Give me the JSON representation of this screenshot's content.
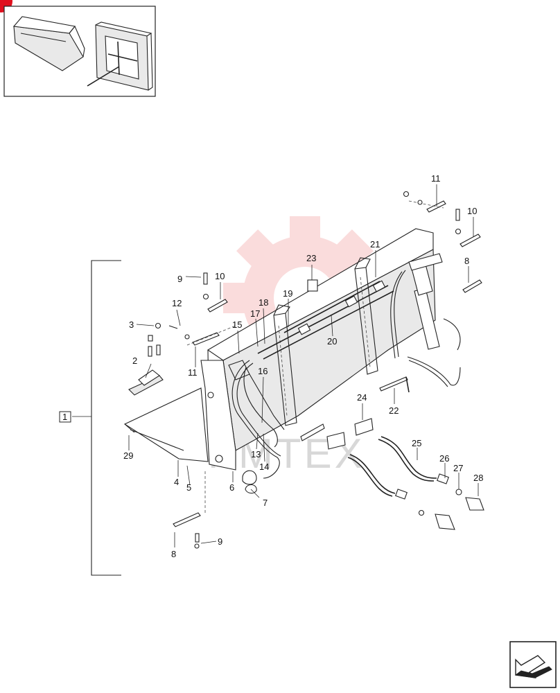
{
  "callouts": [
    {
      "id": "c1",
      "label": "1"
    },
    {
      "id": "c2",
      "label": "2"
    },
    {
      "id": "c3",
      "label": "3"
    },
    {
      "id": "c4",
      "label": "4"
    },
    {
      "id": "c5",
      "label": "5"
    },
    {
      "id": "c6",
      "label": "6"
    },
    {
      "id": "c7",
      "label": "7"
    },
    {
      "id": "c8a",
      "label": "8"
    },
    {
      "id": "c8b",
      "label": "8"
    },
    {
      "id": "c9a",
      "label": "9"
    },
    {
      "id": "c9b",
      "label": "9"
    },
    {
      "id": "c10a",
      "label": "10"
    },
    {
      "id": "c10b",
      "label": "10"
    },
    {
      "id": "c11a",
      "label": "11"
    },
    {
      "id": "c11b",
      "label": "11"
    },
    {
      "id": "c12",
      "label": "12"
    },
    {
      "id": "c13",
      "label": "13"
    },
    {
      "id": "c14",
      "label": "14"
    },
    {
      "id": "c15",
      "label": "15"
    },
    {
      "id": "c16",
      "label": "16"
    },
    {
      "id": "c17",
      "label": "17"
    },
    {
      "id": "c18",
      "label": "18"
    },
    {
      "id": "c19",
      "label": "19"
    },
    {
      "id": "c20",
      "label": "20"
    },
    {
      "id": "c21",
      "label": "21"
    },
    {
      "id": "c22",
      "label": "22"
    },
    {
      "id": "c23",
      "label": "23"
    },
    {
      "id": "c24",
      "label": "24"
    },
    {
      "id": "c25",
      "label": "25"
    },
    {
      "id": "c26",
      "label": "26"
    },
    {
      "id": "c27",
      "label": "27"
    },
    {
      "id": "c28",
      "label": "28"
    },
    {
      "id": "c29",
      "label": "29"
    }
  ],
  "watermark": "KMTEX",
  "colors": {
    "line": "#222222",
    "watermark_red": "#f7c6c6",
    "badge_red": "#e0101e"
  }
}
